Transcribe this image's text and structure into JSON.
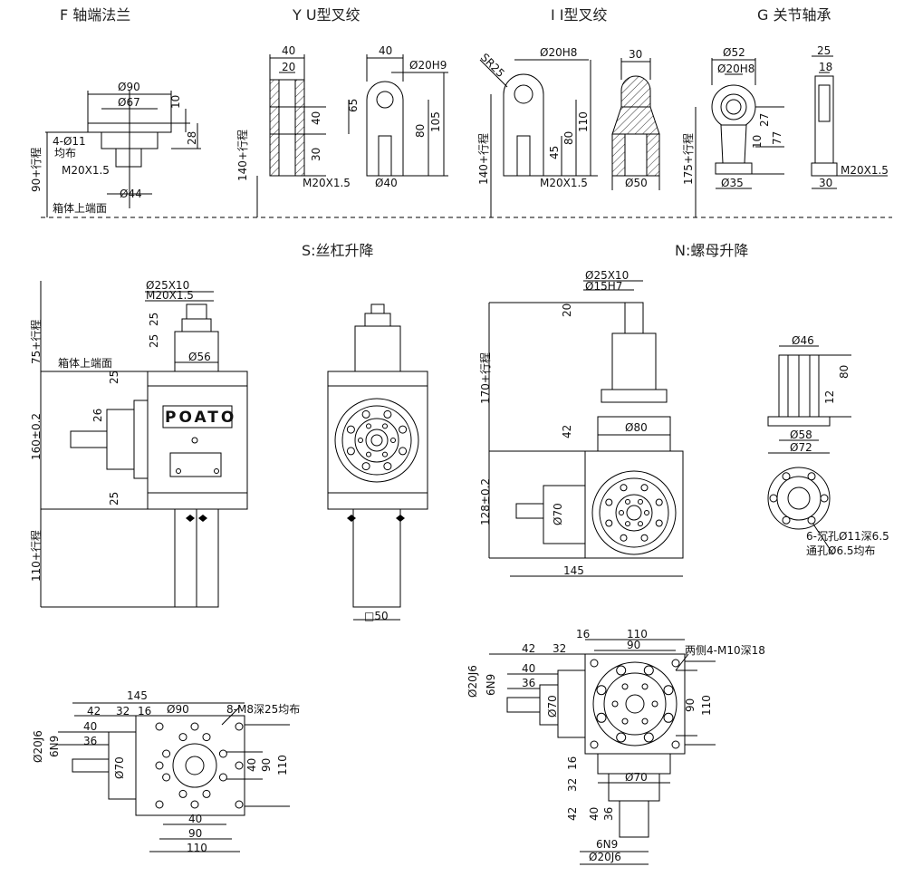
{
  "headers": {
    "f": "F 轴端法兰",
    "yu": "Y U型叉绞",
    "ii": "I I型叉绞",
    "g": "G 关节轴承",
    "s": "S:丝杠升降",
    "n": "N:螺母升降"
  },
  "brand": "POATO",
  "f_flange": {
    "d90": "Ø90",
    "d67": "Ø67",
    "v10": "10",
    "v28": "28",
    "holes1": "4-Ø11",
    "holes2": "均布",
    "thread": "M20X1.5",
    "d44": "Ø44",
    "travel": "90+行程",
    "top_face": "箱体上端面"
  },
  "yu_clevis": {
    "w40": "40",
    "w20": "20",
    "v40": "40",
    "v30": "30",
    "thread": "M20X1.5",
    "travel": "140+行程",
    "side_w40": "40",
    "pin": "Ø20H9",
    "v65": "65",
    "v80": "80",
    "v105": "105",
    "d40": "Ø40"
  },
  "ii_clevis": {
    "sr": "SR25",
    "pin": "Ø20H8",
    "v110": "110",
    "v80": "80",
    "v45": "45",
    "thread": "M20X1.5",
    "travel": "140+行程",
    "w30": "30",
    "d50": "Ø50"
  },
  "g_joint": {
    "d52": "Ø52",
    "pin": "Ø20H8",
    "v27": "27",
    "v10": "10",
    "v77": "77",
    "d35": "Ø35",
    "travel": "175+行程",
    "w25": "25",
    "w18": "18",
    "w30": "30",
    "thread": "M20X1.5"
  },
  "s_screw": {
    "d25x10": "Ø25X10",
    "m20": "M20X1.5",
    "v25a": "25",
    "v25b": "25",
    "d56": "Ø56",
    "top_face": "箱体上端面",
    "travel75": "75+行程",
    "v25c": "25",
    "v26": "26",
    "v160": "160±0.2",
    "v25d": "25",
    "travel110": "110+行程",
    "sq50": "□50"
  },
  "n_nut": {
    "d25x10": "Ø25X10",
    "d15": "Ø15H7",
    "v20": "20",
    "travel": "170+行程",
    "v42": "42",
    "d80": "Ø80",
    "v128": "128±0.2",
    "d70": "Ø70",
    "v145": "145",
    "d46": "Ø46",
    "v80": "80",
    "v12": "12",
    "d58": "Ø58",
    "d72": "Ø72",
    "holes1": "6-沉孔Ø11深6.5",
    "holes2": "通孔Ø6.5均布"
  },
  "bottom_left": {
    "v145": "145",
    "v42": "42",
    "v32": "32",
    "v16": "16",
    "d90": "Ø90",
    "threads": "8-M8深25均布",
    "v40a": "40",
    "v36": "36",
    "d20j6": "Ø20J6",
    "k6n9": "6N9",
    "d70": "Ø70",
    "v40b": "40",
    "v90a": "90",
    "v110a": "110",
    "v40c": "40",
    "v90b": "90",
    "v110b": "110"
  },
  "bottom_right": {
    "v16": "16",
    "v110": "110",
    "v90": "90",
    "v42": "42",
    "v32": "32",
    "threads": "两侧4-M10深18",
    "v40": "40",
    "d20j6": "Ø20J6",
    "k6n9": "6N9",
    "v36": "36",
    "d70": "Ø70",
    "v90r": "90",
    "v110r": "110",
    "v16b": "16",
    "v32b": "32",
    "d70b": "Ø70",
    "v42b": "42",
    "v40b": "40",
    "v36b": "36",
    "k6n9b": "6N9",
    "d20j6b": "Ø20J6"
  }
}
